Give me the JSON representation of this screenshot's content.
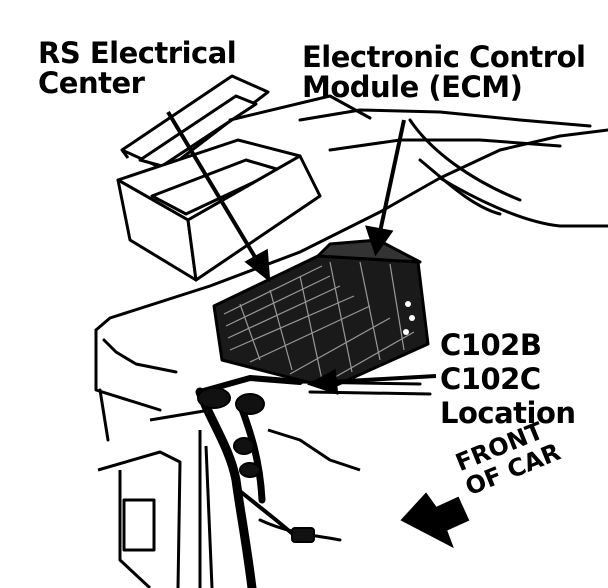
{
  "labels": {
    "rs_line1": "RS Electrical",
    "rs_line2": "Center",
    "ecm_line1": "Electronic Control",
    "ecm_line2": "Module (ECM)",
    "conn_line1": "C102B",
    "conn_line2": "C102C",
    "conn_line3": "Location",
    "front_line1": "FRONT",
    "front_line2": "OF CAR"
  },
  "colors": {
    "ink": "#000000",
    "paper": "#ffffff"
  }
}
